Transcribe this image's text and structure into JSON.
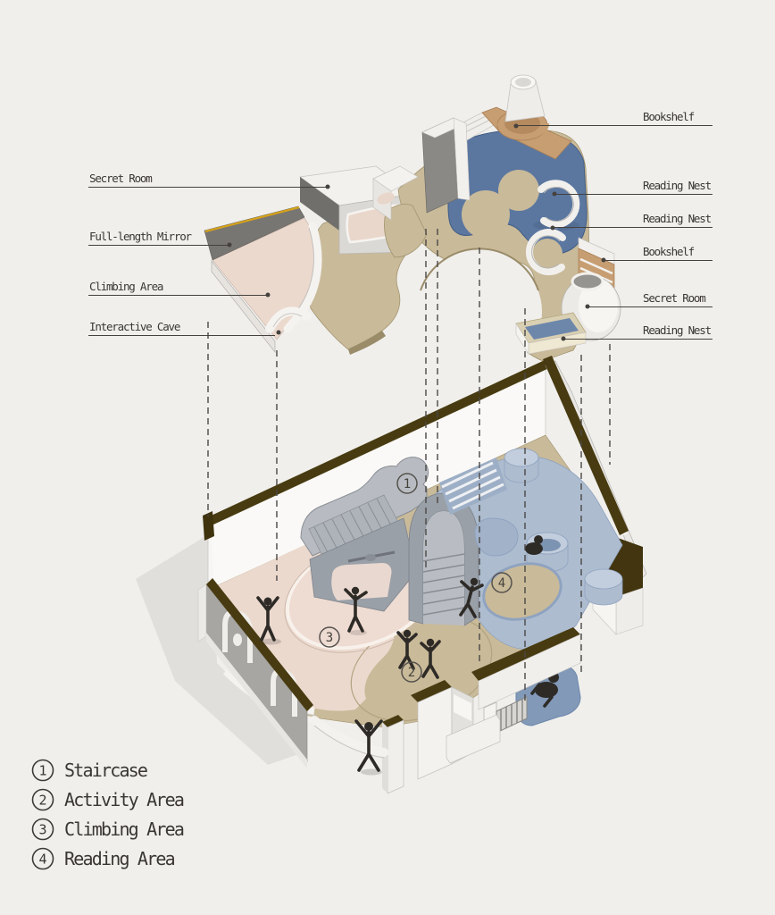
{
  "title": "Children's space exploded axonometric diagram",
  "colors": {
    "background": "#f0efec",
    "ink": "#3a3733",
    "leader_line": "#45423e",
    "wall_cap_brown": "#483b11",
    "pink_floor": "#ecd9ce",
    "tan_floor": "#c9ba99",
    "blue_platform": "#adbccf",
    "blue_pond": "#5b77a0",
    "wood": "#c79e72",
    "wall_gray": "#a8a6a2",
    "white_surface": "#f3f2ef",
    "mirror_trim_yellow": "#d6a21b"
  },
  "callouts": {
    "left": [
      {
        "label": "Secret Room"
      },
      {
        "label": "Full-length Mirror"
      },
      {
        "label": "Climbing Area"
      },
      {
        "label": "Interactive Cave"
      }
    ],
    "right": [
      {
        "label": "Bookshelf"
      },
      {
        "label": "Reading Nest"
      },
      {
        "label": "Reading Nest"
      },
      {
        "label": "Bookshelf"
      },
      {
        "label": "Secret Room"
      },
      {
        "label": "Reading Nest"
      }
    ]
  },
  "legend": {
    "items": [
      {
        "number": "1",
        "label": "Staircase"
      },
      {
        "number": "2",
        "label": "Activity Area"
      },
      {
        "number": "3",
        "label": "Climbing Area"
      },
      {
        "number": "4",
        "label": "Reading Area"
      }
    ]
  }
}
